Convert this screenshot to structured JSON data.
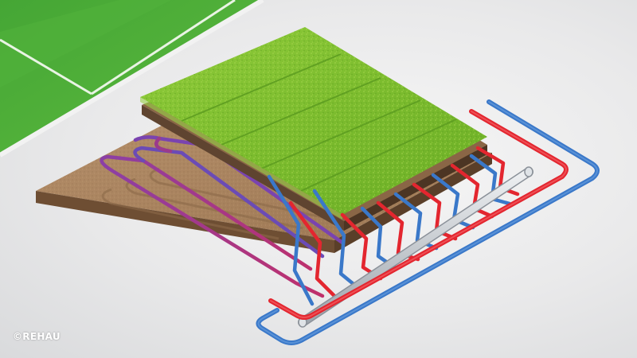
{
  "copyright": "©REHAU",
  "colors": {
    "turf": "#7cbc2e",
    "turf_light": "#9fd14a",
    "pitch": "#4fae3a",
    "soil": "#a98460",
    "soil_dark": "#6e4e33",
    "supply_pipe": "#e3262f",
    "return_pipe": "#3a78c9",
    "header_pipe": "#c7ccd2"
  },
  "icons": {
    "background_pitch": "football-pitch-corner",
    "header": "steel-header-pipe"
  }
}
